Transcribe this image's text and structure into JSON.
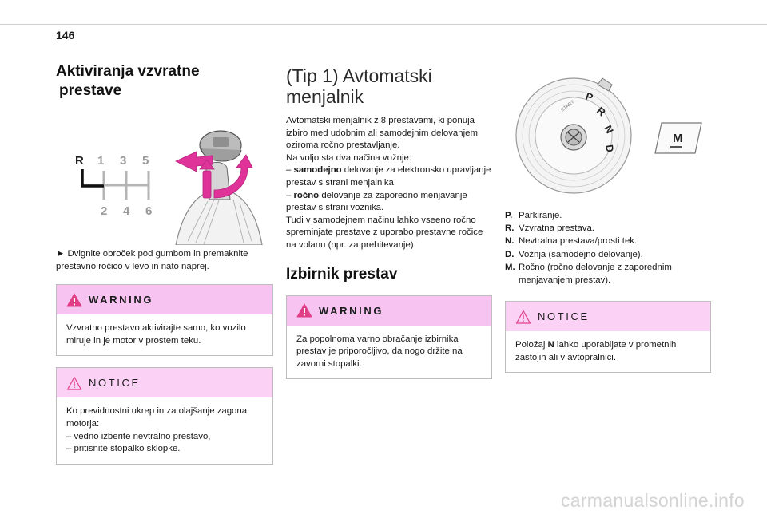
{
  "page": {
    "number": "146",
    "watermark": "carmanualsonline.info"
  },
  "col1": {
    "title_line1": "Aktiviranja vzvratne",
    "title_line2": "prestave",
    "gear_diagram": {
      "top": [
        "R",
        "1",
        "3",
        "5"
      ],
      "bottom": [
        "2",
        "4",
        "6"
      ]
    },
    "instruction": "► Dvignite obroček pod gumbom in premaknite prestavno ročico v levo in nato naprej.",
    "warning": {
      "label": "WARNING",
      "text": "Vzvratno prestavo aktivirajte samo, ko vozilo miruje in je motor v prostem teku."
    },
    "notice": {
      "label": "NOTICE",
      "lines": [
        "Ko previdnostni ukrep in za olajšanje zagona motorja:",
        "– vedno izberite nevtralno prestavo,",
        "– pritisnite stopalko sklopke."
      ]
    }
  },
  "col2": {
    "title_line1": "(Tip 1) Avtomatski",
    "title_line2": "menjalnik",
    "intro": "Avtomatski menjalnik z 8 prestavami, ki ponuja izbiro med udobnim ali samodejnim delovanjem oziroma ročno prestavljanje.",
    "modes_intro": "Na voljo sta dva načina vožnje:",
    "mode1_dash": "– ",
    "mode1_bold": "samodejno",
    "mode1_rest": " delovanje za elektronsko upravljanje prestav s strani menjalnika.",
    "mode2_dash": "– ",
    "mode2_bold": "ročno",
    "mode2_rest": " delovanje za zaporedno menjavanje prestav s strani voznika.",
    "closing": "Tudi v samodejnem načinu lahko vseeno ročno spreminjate prestave z uporabo prestavne ročice na volanu (npr. za prehitevanje).",
    "subtitle": "Izbirnik prestav",
    "warning": {
      "label": "WARNING",
      "text": "Za popolnoma varno obračanje izbirnika prestav je priporočljivo, da nogo držite na zavorni stopalki."
    }
  },
  "col3": {
    "dial_letters": [
      "P",
      "R",
      "N",
      "D"
    ],
    "dial_start": "START",
    "button_label": "M",
    "legend": [
      {
        "key": "P.",
        "text": "Parkiranje."
      },
      {
        "key": "R.",
        "text": "Vzvratna prestava."
      },
      {
        "key": "N.",
        "text": "Nevtralna prestava/prosti tek."
      },
      {
        "key": "D.",
        "text": "Vožnja (samodejno delovanje)."
      },
      {
        "key": "M.",
        "text": "Ročno (ročno delovanje z zaporednim menjavanjem prestav)."
      }
    ],
    "notice": {
      "label": "NOTICE",
      "text_before": "Položaj ",
      "text_bold": "N",
      "text_after": " lahko uporabljate v prometnih zastojih ali v avtopralnici."
    }
  }
}
